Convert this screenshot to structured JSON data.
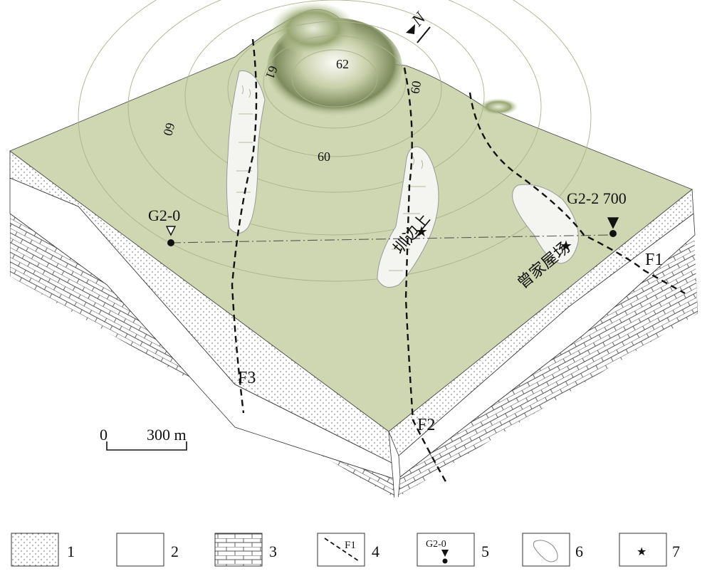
{
  "north_label": "N",
  "contours": {
    "c61": "61",
    "c62": "62",
    "c60_top": "60",
    "c60_left": "60",
    "c60_center": "60"
  },
  "boreholes": {
    "left": "G2-0",
    "right": "G2-2 700"
  },
  "places": {
    "middle": "圳边上",
    "right": "曾家屋场"
  },
  "faults": {
    "f1": "F1",
    "f2": "F2",
    "f3": "F3"
  },
  "scale_bar": {
    "zero": "0",
    "length": "300 m"
  },
  "legend": {
    "items": [
      {
        "number": "1"
      },
      {
        "number": "2"
      },
      {
        "number": "3"
      },
      {
        "number": "4",
        "symbol_label": "F1"
      },
      {
        "number": "5",
        "symbol_label": "G2-0"
      },
      {
        "number": "6"
      },
      {
        "number": "7"
      }
    ]
  },
  "colors": {
    "terrain": "#cfd7b2",
    "terrain_shade": "#6b7a4e",
    "outcrop": "#f4f4f0",
    "fault_line": "#111111"
  }
}
